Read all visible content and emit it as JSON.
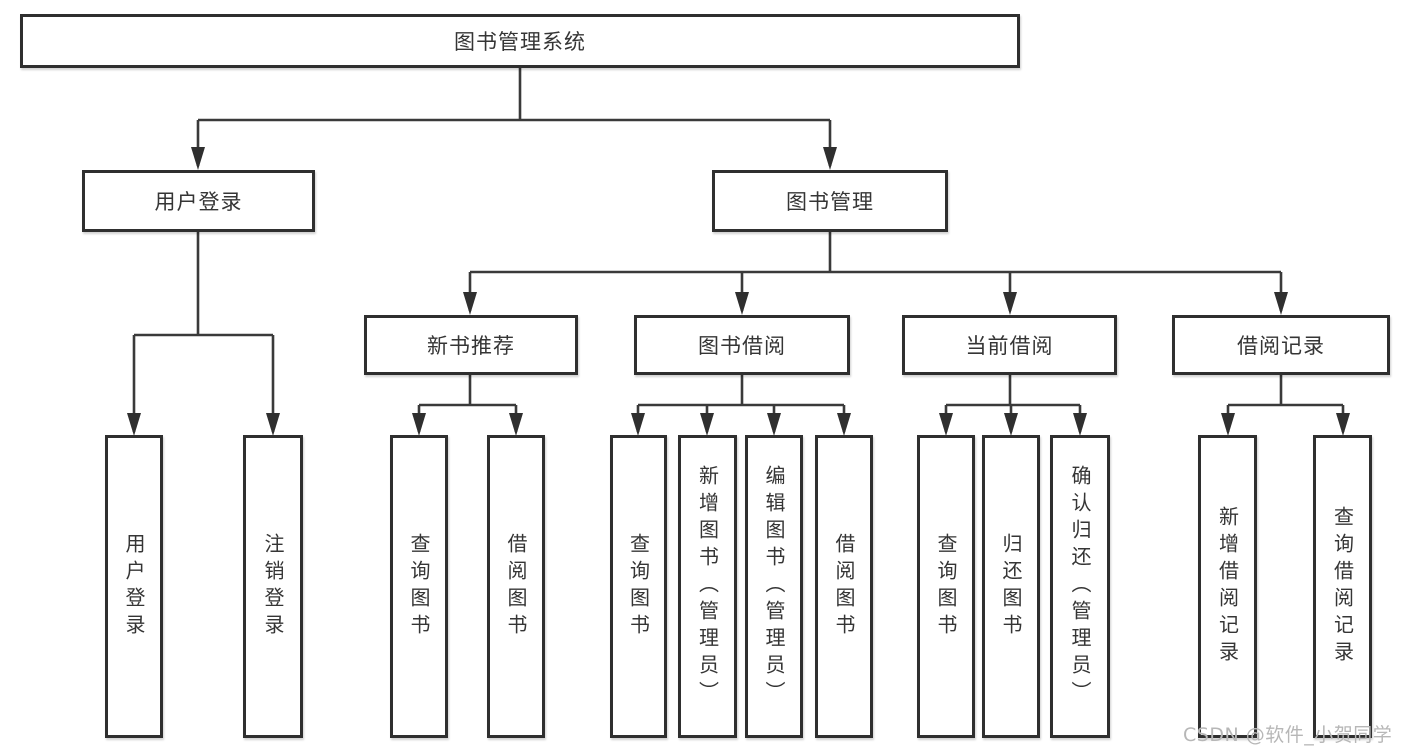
{
  "diagram": {
    "title_node": {
      "label": "图书管理系统"
    },
    "level2": [
      {
        "label": "用户登录"
      },
      {
        "label": "图书管理"
      }
    ],
    "level3": [
      {
        "label": "新书推荐"
      },
      {
        "label": "图书借阅"
      },
      {
        "label": "当前借阅"
      },
      {
        "label": "借阅记录"
      }
    ],
    "leaves": [
      {
        "label": "用户登录",
        "parent": "用户登录"
      },
      {
        "label": "注销登录",
        "parent": "用户登录"
      },
      {
        "label": "查询图书",
        "parent": "新书推荐"
      },
      {
        "label": "借阅图书",
        "parent": "新书推荐"
      },
      {
        "label": "查询图书",
        "parent": "图书借阅"
      },
      {
        "label": "新增图书（管理员）",
        "parent": "图书借阅"
      },
      {
        "label": "编辑图书（管理员）",
        "parent": "图书借阅"
      },
      {
        "label": "借阅图书",
        "parent": "图书借阅"
      },
      {
        "label": "查询图书",
        "parent": "当前借阅"
      },
      {
        "label": "归还图书",
        "parent": "当前借阅"
      },
      {
        "label": "确认归还（管理员）",
        "parent": "当前借阅"
      },
      {
        "label": "新增借阅记录",
        "parent": "借阅记录"
      },
      {
        "label": "查询借阅记录",
        "parent": "借阅记录"
      }
    ],
    "watermark": "CSDN @软件_小贺同学",
    "colors": {
      "line": "#3a3a3a",
      "box_border": "#2f2f2f",
      "text": "#353535",
      "watermark": "#b7b7b7",
      "background": "#ffffff"
    }
  }
}
